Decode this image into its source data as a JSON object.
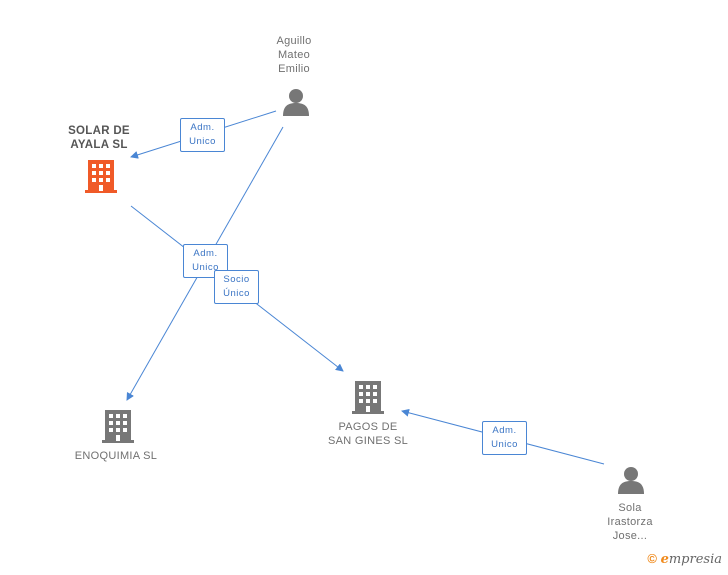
{
  "nodes": {
    "aguillo": {
      "label": "Aguillo\nMateo\nEmilio",
      "kind": "person"
    },
    "solar": {
      "label": "SOLAR DE\nAYALA SL",
      "kind": "company-highlight"
    },
    "enoquimia": {
      "label": "ENOQUIMIA SL",
      "kind": "company"
    },
    "pagos": {
      "label": "PAGOS DE\nSAN GINES SL",
      "kind": "company"
    },
    "sola": {
      "label": "Sola\nIrastorza\nJose...",
      "kind": "person"
    }
  },
  "edges": {
    "aguillo_solar": {
      "label": "Adm.\nUnico"
    },
    "solar_enoquimia": {
      "label": "Adm.\nUnico"
    },
    "solar_pagos": {
      "label": "Socio\nÚnico"
    },
    "sola_pagos": {
      "label": "Adm.\nUnico"
    }
  },
  "colors": {
    "edge": "#4a86d4",
    "company": "#777777",
    "highlight": "#f05a28",
    "person": "#777777"
  },
  "watermark": {
    "symbol": "©",
    "brand_initial": "e",
    "brand_rest": "mpresia"
  }
}
